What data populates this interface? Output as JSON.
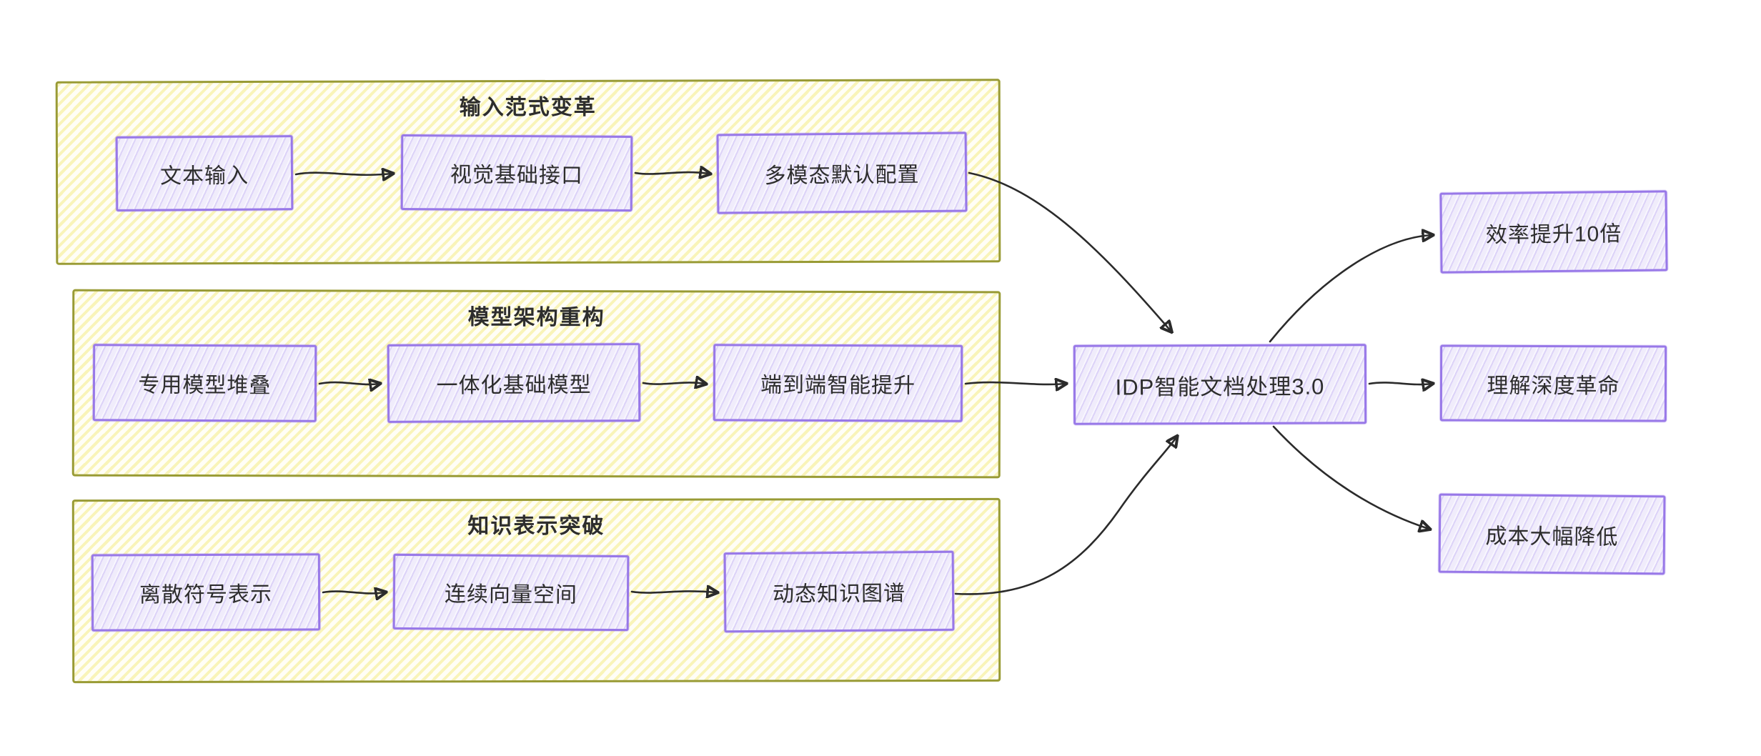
{
  "colors": {
    "group_border": "#999b35",
    "group_hatch": "#f4eb87",
    "node_border": "#9878e8",
    "node_fill": "#f0ecfb",
    "text": "#2d2d2d",
    "arrow": "#2b2b2b"
  },
  "groups": [
    {
      "title": "输入范式变革",
      "nodes": [
        {
          "label": "文本输入"
        },
        {
          "label": "视觉基础接口"
        },
        {
          "label": "多模态默认配置"
        }
      ]
    },
    {
      "title": "模型架构重构",
      "nodes": [
        {
          "label": "专用模型堆叠"
        },
        {
          "label": "一体化基础模型"
        },
        {
          "label": "端到端智能提升"
        }
      ]
    },
    {
      "title": "知识表示突破",
      "nodes": [
        {
          "label": "离散符号表示"
        },
        {
          "label": "连续向量空间"
        },
        {
          "label": "动态知识图谱"
        }
      ]
    }
  ],
  "center_node": {
    "label": "IDP智能文档处理3.0"
  },
  "output_nodes": [
    {
      "label": "效率提升10倍"
    },
    {
      "label": "理解深度革命"
    },
    {
      "label": "成本大幅降低"
    }
  ]
}
